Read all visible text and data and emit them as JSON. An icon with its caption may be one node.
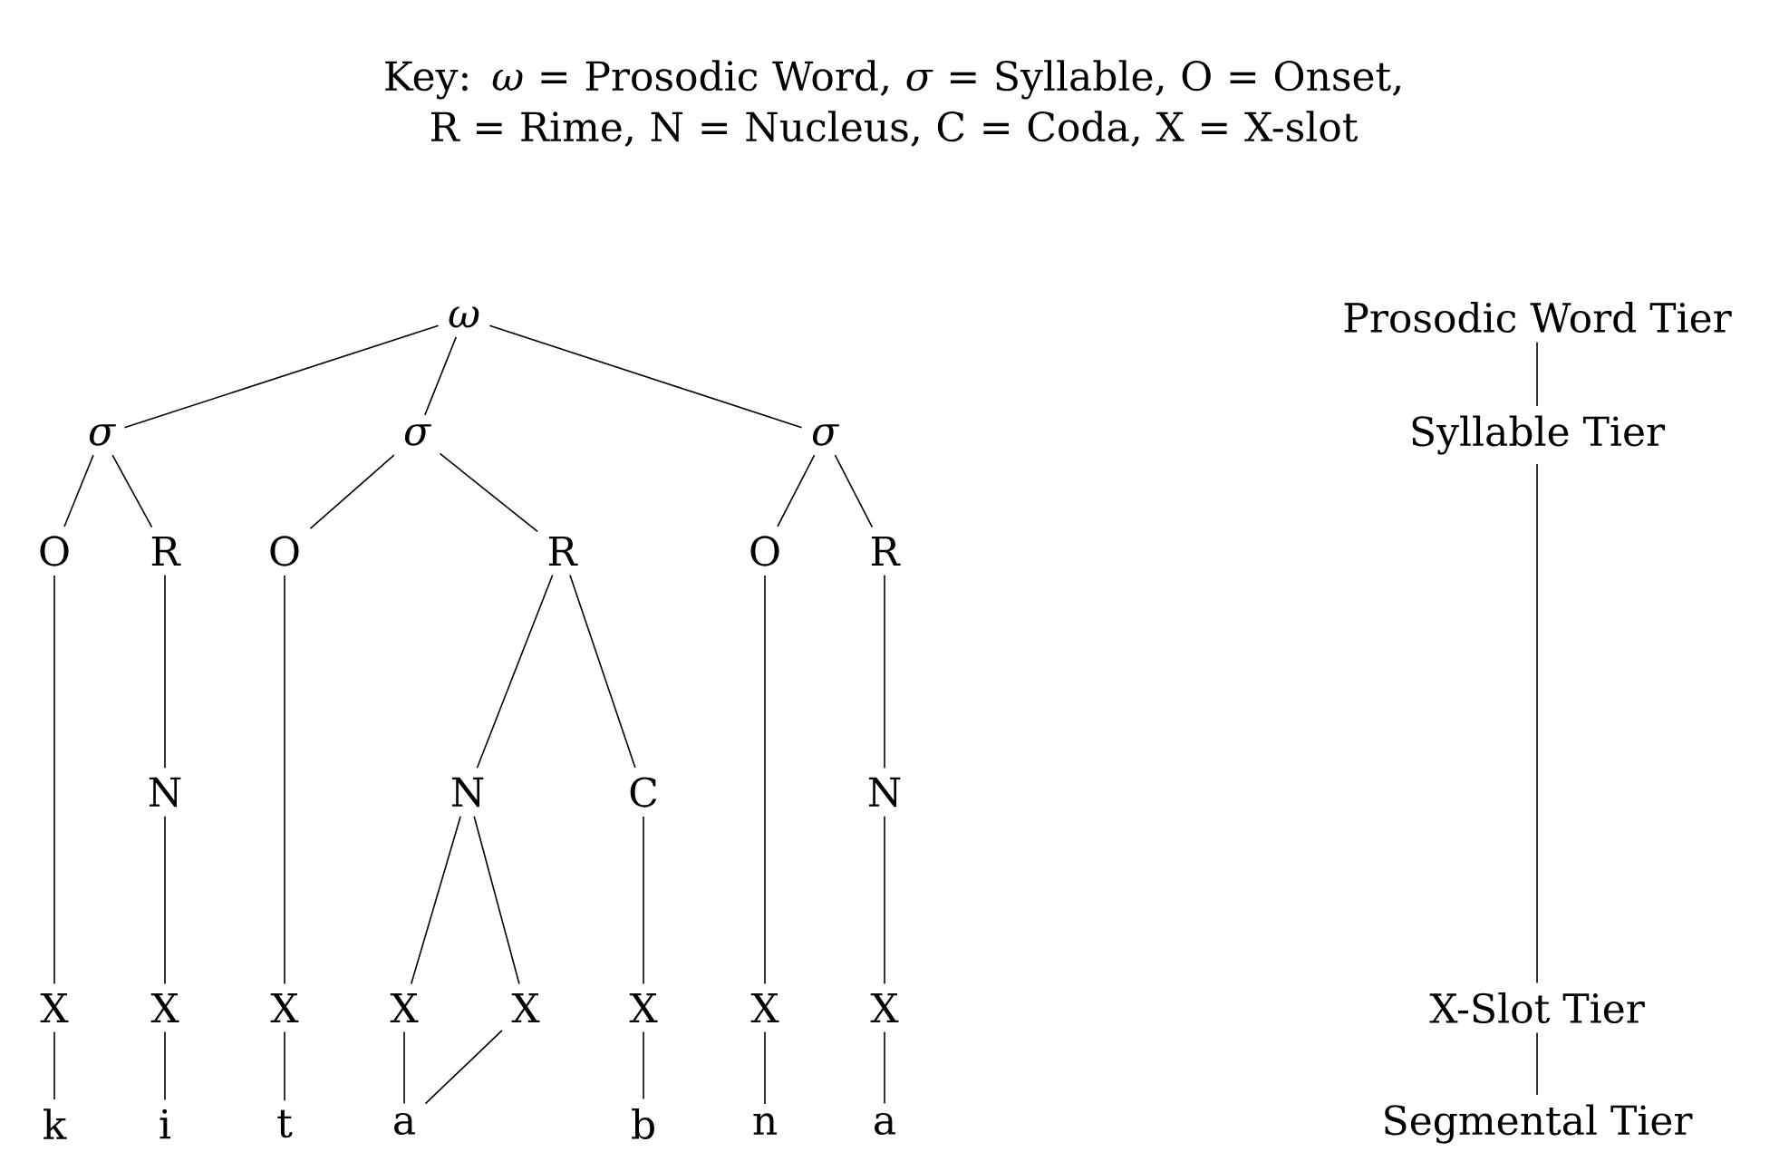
{
  "diagram": {
    "title": "Key: *ω* = Prosodic Word, *σ* = Syllable, O = Onset, R = Rime, N = Nucleus, C = Coda, X = X-slot",
    "nodes": [
      {
        "text": [
          "ω"
        ]
      },
      {
        "text": [
          "σ"
        ]
      },
      {
        "text": [
          "σ"
        ]
      },
      {
        "text": [
          "σ"
        ]
      },
      {
        "text": [
          "O"
        ]
      },
      {
        "text": [
          "R"
        ]
      },
      {
        "text": [
          "O"
        ]
      },
      {
        "text": [
          "R"
        ]
      },
      {
        "text": [
          "O"
        ]
      },
      {
        "text": [
          "R"
        ]
      },
      {
        "text": [
          "N"
        ]
      },
      {
        "text": [
          "N"
        ]
      },
      {
        "text": [
          "C"
        ]
      },
      {
        "text": [
          "N"
        ]
      },
      {
        "text": [
          "X"
        ]
      },
      {
        "text": [
          "X"
        ]
      },
      {
        "text": [
          "X"
        ]
      },
      {
        "text": [
          "X"
        ]
      },
      {
        "text": [
          "X"
        ]
      },
      {
        "text": [
          "X"
        ]
      },
      {
        "text": [
          "X"
        ]
      },
      {
        "text": [
          "X"
        ]
      },
      {
        "text": [
          "k"
        ]
      },
      {
        "text": [
          "i"
        ]
      },
      {
        "text": [
          "t"
        ]
      },
      {
        "text": [
          "a"
        ]
      },
      {
        "text": [
          "b"
        ]
      },
      {
        "text": [
          "n"
        ]
      },
      {
        "text": [
          "a"
        ]
      },
      {
        "text": [
          "Prosodic Word Tier"
        ]
      },
      {
        "text": [
          "Syllable Tier"
        ]
      },
      {
        "text": [
          "X-Slot Tier"
        ]
      },
      {
        "text": [
          "Segmental Tier"
        ]
      }
    ],
    "edges": [
      {
        "from": 0,
        "to": 1,
        "arrow": "none"
      },
      {
        "from": 0,
        "to": 2,
        "arrow": "none"
      },
      {
        "from": 0,
        "to": 3,
        "arrow": "none"
      },
      {
        "from": 1,
        "to": 4,
        "arrow": "none"
      },
      {
        "from": 1,
        "to": 5,
        "arrow": "none"
      },
      {
        "from": 2,
        "to": 6,
        "arrow": "none"
      },
      {
        "from": 2,
        "to": 7,
        "arrow": "none"
      },
      {
        "from": 3,
        "to": 8,
        "arrow": "none"
      },
      {
        "from": 3,
        "to": 9,
        "arrow": "none"
      },
      {
        "from": 5,
        "to": 10,
        "arrow": "none"
      },
      {
        "from": 7,
        "to": 11,
        "arrow": "none"
      },
      {
        "from": 7,
        "to": 12,
        "arrow": "none"
      },
      {
        "from": 9,
        "to": 13,
        "arrow": "none"
      },
      {
        "from": 4,
        "to": 14,
        "arrow": "none"
      },
      {
        "from": 10,
        "to": 15,
        "arrow": "none"
      },
      {
        "from": 6,
        "to": 16,
        "arrow": "none"
      },
      {
        "from": 11,
        "to": 17,
        "arrow": "none"
      },
      {
        "from": 11,
        "to": 18,
        "arrow": "none"
      },
      {
        "from": 12,
        "to": 19,
        "arrow": "none"
      },
      {
        "from": 8,
        "to": 20,
        "arrow": "none"
      },
      {
        "from": 13,
        "to": 21,
        "arrow": "none"
      },
      {
        "from": 14,
        "to": 22,
        "arrow": "none"
      },
      {
        "from": 15,
        "to": 23,
        "arrow": "none"
      },
      {
        "from": 16,
        "to": 24,
        "arrow": "none"
      },
      {
        "from": 17,
        "to": 25,
        "arrow": "none"
      },
      {
        "from": 18,
        "to": 25,
        "arrow": "none"
      },
      {
        "from": 19,
        "to": 26,
        "arrow": "none"
      },
      {
        "from": 20,
        "to": 27,
        "arrow": "none"
      },
      {
        "from": 21,
        "to": 28,
        "arrow": "none"
      },
      {
        "from": 29,
        "to": 30,
        "arrow": "none"
      },
      {
        "from": 30,
        "to": 31,
        "arrow": "none"
      },
      {
        "from": 31,
        "to": 32,
        "arrow": "none"
      }
    ]
  }
}
